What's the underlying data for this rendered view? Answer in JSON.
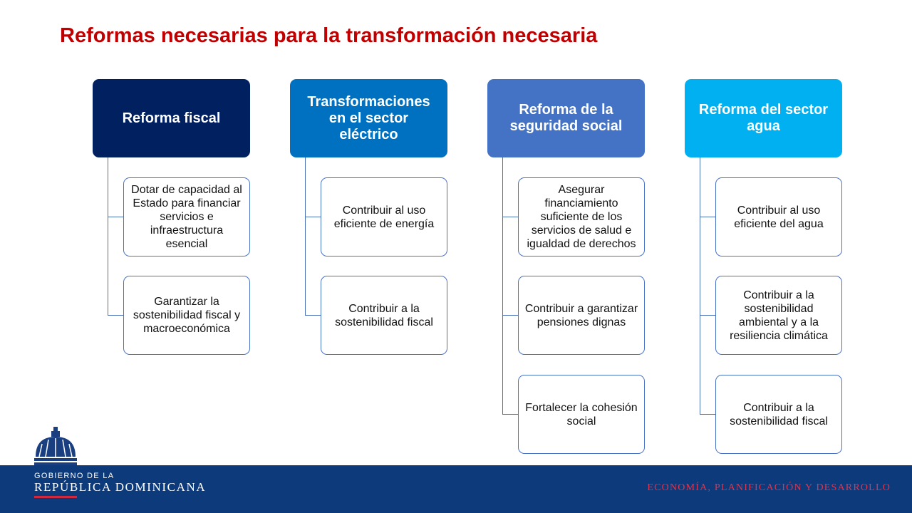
{
  "title": "Reformas necesarias para la transformación necesaria",
  "columns": [
    {
      "header": "Reforma fiscal",
      "color": "#002060",
      "items": [
        "Dotar de capacidad al Estado para financiar servicios e infraestructura esencial",
        "Garantizar la sostenibilidad fiscal y macroeconómica"
      ]
    },
    {
      "header": "Transformaciones en el sector eléctrico",
      "color": "#0070c0",
      "items": [
        "Contribuir al uso eficiente de energía",
        "Contribuir a la sostenibilidad fiscal"
      ]
    },
    {
      "header": "Reforma de la seguridad social",
      "color": "#4472c4",
      "items": [
        "Asegurar financiamiento suficiente de los servicios de salud e igualdad de derechos",
        "Contribuir a garantizar pensiones dignas",
        "Fortalecer la cohesión social"
      ]
    },
    {
      "header": "Reforma del sector agua",
      "color": "#00b0f0",
      "items": [
        "Contribuir al uso eficiente del agua",
        "Contribuir a la sostenibilidad ambiental y a la resiliencia climática",
        "Contribuir a la sostenibilidad fiscal"
      ]
    }
  ],
  "footer": {
    "line1": "GOBIERNO DE LA",
    "line2": "REPÚBLICA DOMINICANA",
    "tagline": "ECONOMÍA, PLANIFICACIÓN Y DESARROLLO"
  }
}
